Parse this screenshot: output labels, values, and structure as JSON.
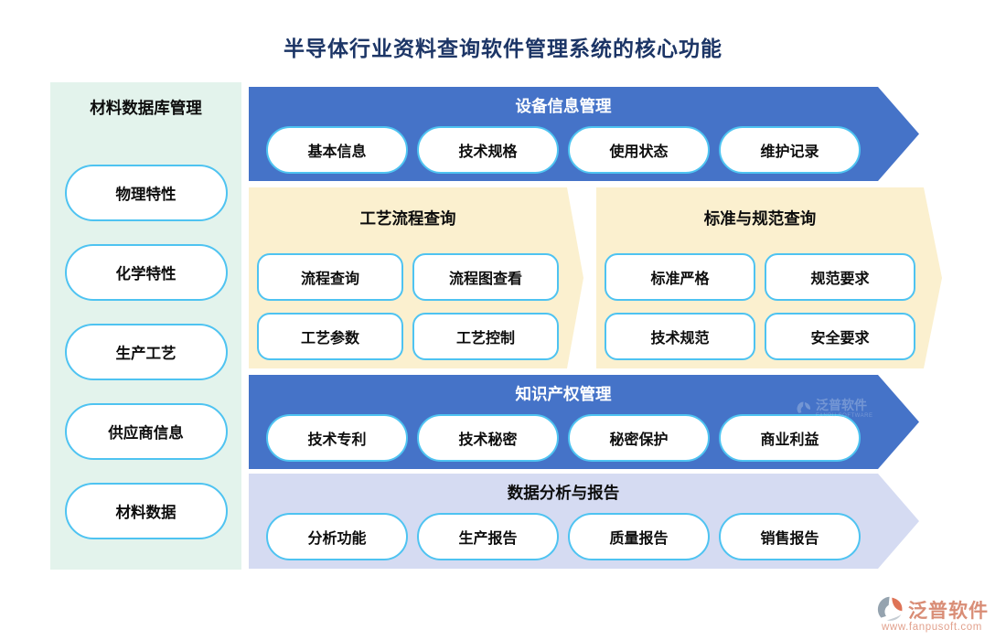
{
  "title": "半导体行业资料查询软件管理系统的核心功能",
  "sidebar": {
    "title": "材料数据库管理",
    "items": [
      "物理特性",
      "化学特性",
      "生产工艺",
      "供应商信息",
      "材料数据"
    ]
  },
  "banners": {
    "equipment": {
      "title": "设备信息管理",
      "items": [
        "基本信息",
        "技术规格",
        "使用状态",
        "维护记录"
      ]
    },
    "process": {
      "title": "工艺流程查询",
      "items": [
        "流程查询",
        "流程图查看",
        "工艺参数",
        "工艺控制"
      ]
    },
    "standards": {
      "title": "标准与规范查询",
      "items": [
        "标准严格",
        "规范要求",
        "技术规范",
        "安全要求"
      ]
    },
    "ip": {
      "title": "知识产权管理",
      "items": [
        "技术专利",
        "技术秘密",
        "秘密保护",
        "商业利益"
      ]
    },
    "analysis": {
      "title": "数据分析与报告",
      "items": [
        "分析功能",
        "生产报告",
        "质量报告",
        "销售报告"
      ]
    }
  },
  "watermark": {
    "brand": "泛普软件",
    "sub": "FANPU SOFTWARE"
  },
  "footer": {
    "brand": "泛普软件",
    "url": "www.fanpusoft.com"
  },
  "colors": {
    "title_navy": "#1C3566",
    "banner_blue": "#4573C8",
    "banner_lavender": "#D5DBF2",
    "section_cream": "#FBF0CF",
    "sidebar_mint": "#E3F3EC",
    "pill_border_cyan": "#4EC3F1",
    "brand_coral": "#D98D76"
  }
}
